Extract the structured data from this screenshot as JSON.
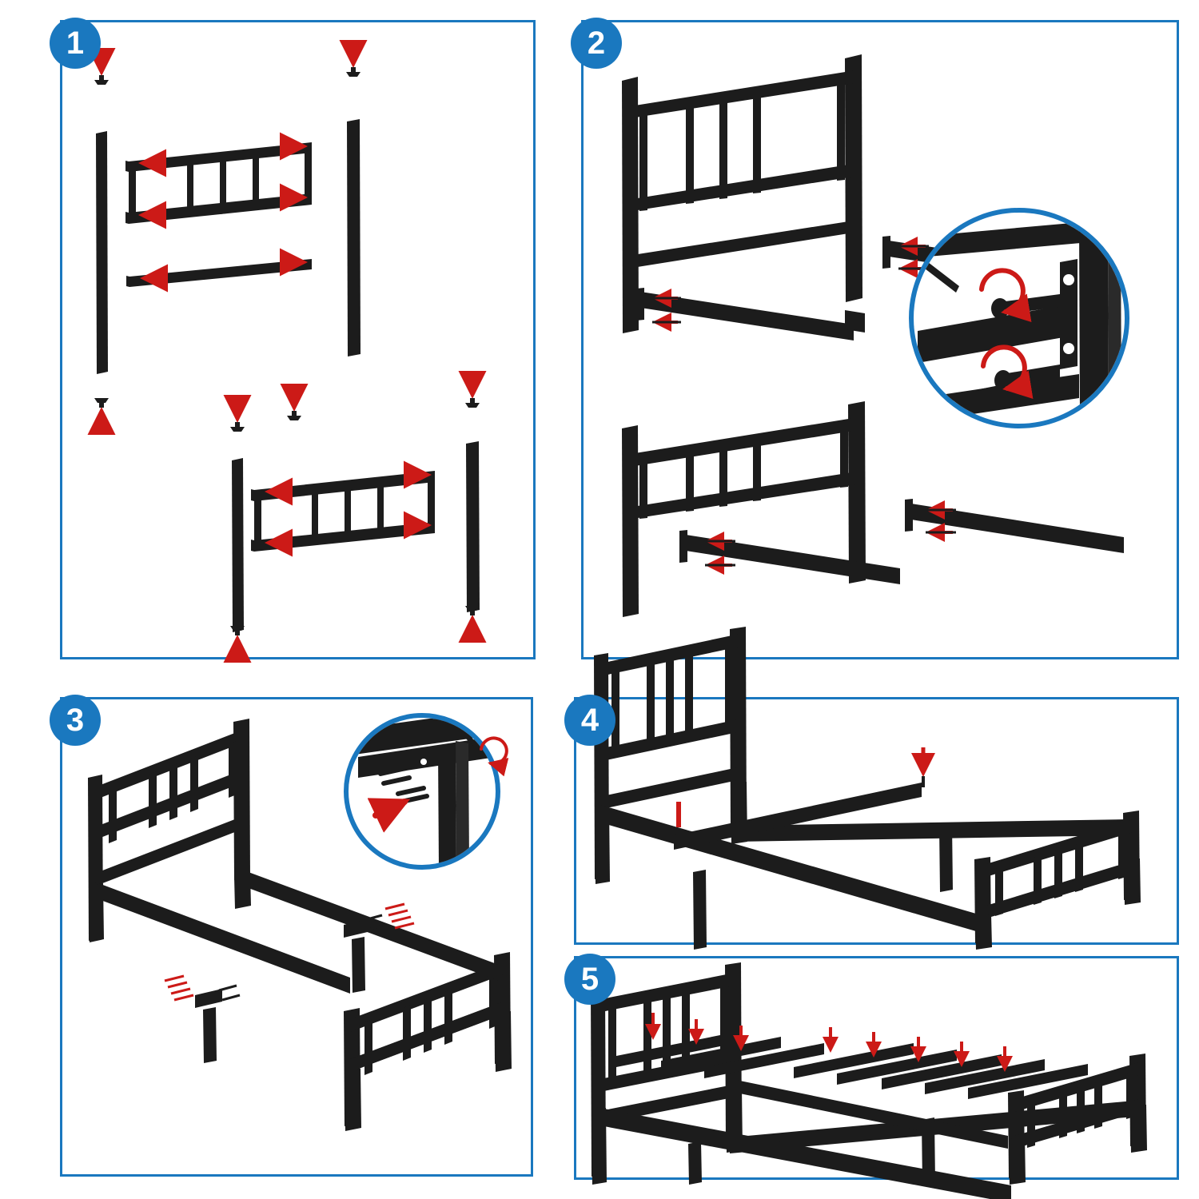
{
  "document": {
    "type": "furniture-assembly-instructions",
    "product": "metal platform bed frame",
    "background_color": "#ffffff",
    "accent_color": "#1a78bf",
    "metal_color": "#1c1c1c",
    "arrow_color": "#cc1a17",
    "panel_count": 5
  },
  "steps": [
    {
      "id": "step-1",
      "number": "1",
      "name": "assemble-head-and-foot-panels",
      "detail_callout": false,
      "parts": [
        {
          "name": "corner-post",
          "count": 4
        },
        {
          "name": "slatted-rail-panel",
          "count": 2
        },
        {
          "name": "lower-cross-rail",
          "count": 1
        },
        {
          "name": "bolt-cap",
          "count": 6
        }
      ],
      "arrows": {
        "red_push_arrows": 10,
        "direction": "outward-and-down"
      }
    },
    {
      "id": "step-2",
      "number": "2",
      "name": "attach-side-rails-to-panels",
      "detail_callout": true,
      "callout_content": "bracket-bolt-tighten-rotation",
      "parts": [
        {
          "name": "headboard-assembly",
          "count": 1
        },
        {
          "name": "footboard-assembly",
          "count": 1
        },
        {
          "name": "side-rail",
          "count": 2
        },
        {
          "name": "bracket-screw",
          "count": 4
        }
      ],
      "arrows": {
        "red_push_arrows": 8,
        "direction": "inward"
      }
    },
    {
      "id": "step-3",
      "number": "3",
      "name": "install-center-support-legs",
      "detail_callout": true,
      "callout_content": "leg-bracket-screw-insertion",
      "parts": [
        {
          "name": "assembled-bed-frame",
          "count": 1
        },
        {
          "name": "center-support-leg",
          "count": 2
        },
        {
          "name": "leg-screw",
          "count": 8
        }
      ],
      "arrows": {
        "red_push_arrows": 2,
        "direction": "toward-rail"
      }
    },
    {
      "id": "step-4",
      "number": "4",
      "name": "fit-center-support-beam",
      "detail_callout": false,
      "parts": [
        {
          "name": "center-support-beam",
          "count": 1
        },
        {
          "name": "support-leg",
          "count": 2
        }
      ],
      "arrows": {
        "red_push_arrows": 2,
        "direction": "down"
      }
    },
    {
      "id": "step-5",
      "number": "5",
      "name": "lay-slats-across-frame",
      "detail_callout": false,
      "parts": [
        {
          "name": "wood-slat",
          "count": 8
        }
      ],
      "arrows": {
        "red_push_arrows": 8,
        "direction": "down"
      }
    }
  ]
}
